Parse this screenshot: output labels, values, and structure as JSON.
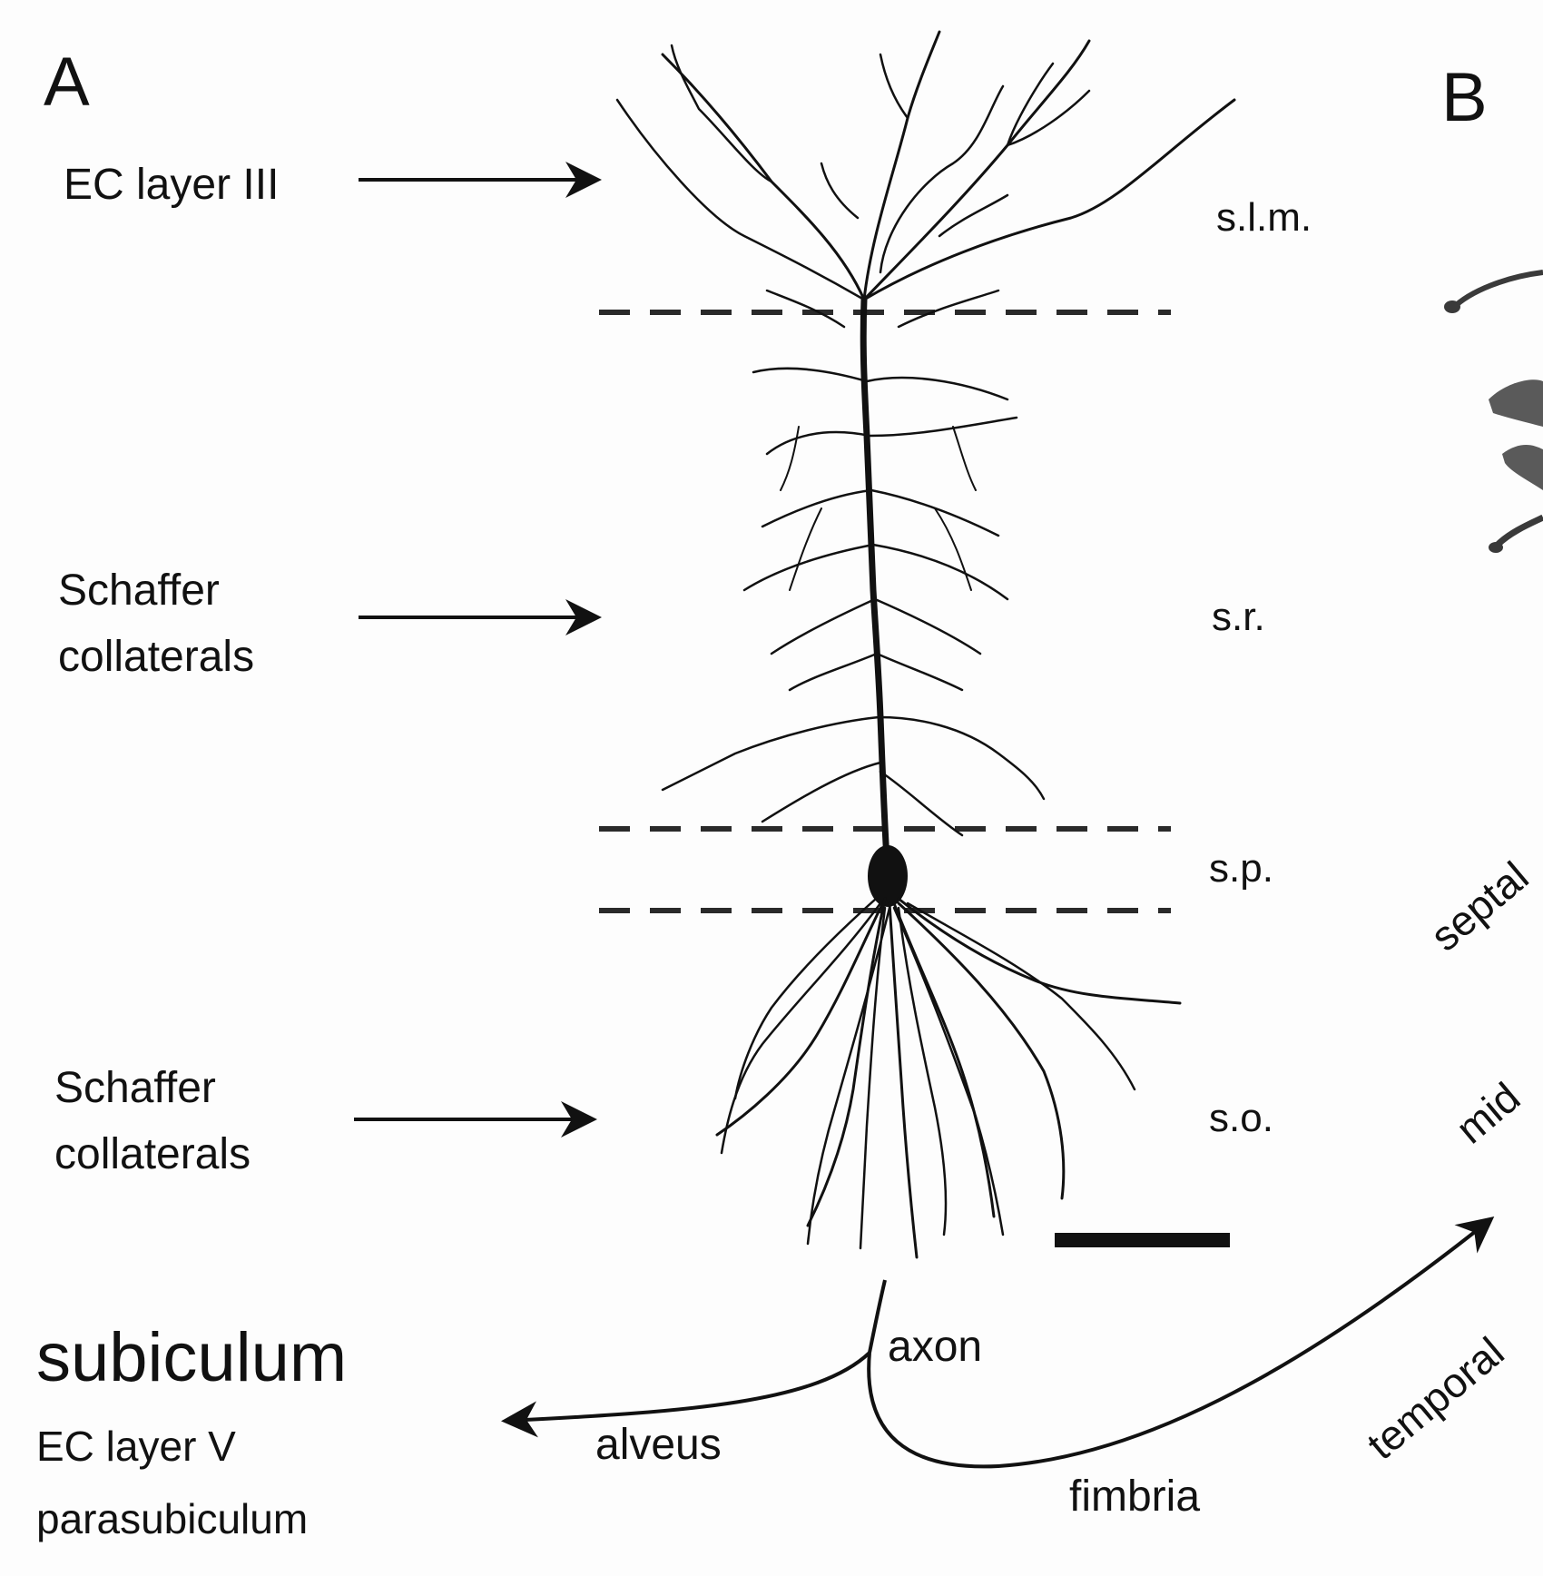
{
  "panels": {
    "a": "A",
    "b": "B"
  },
  "inputs": {
    "ec_layer_iii": "EC layer III",
    "schaffer_top_line1": "Schaffer",
    "schaffer_top_line2": "collaterals",
    "schaffer_bottom_line1": "Schaffer",
    "schaffer_bottom_line2": "collaterals"
  },
  "layers": {
    "slm": "s.l.m.",
    "sr": "s.r.",
    "sp": "s.p.",
    "so": "s.o."
  },
  "outputs": {
    "subiculum": "subiculum",
    "ec_layer_v": "EC layer V",
    "parasubiculum": "parasubiculum"
  },
  "pathways": {
    "axon": "axon",
    "alveus": "alveus",
    "fimbria": "fimbria"
  },
  "axis_words": {
    "septal": "septal",
    "mid": "mid",
    "temporal": "temporal"
  },
  "colors": {
    "ink": "#111111",
    "paper": "#fdfdfd",
    "dash": "#2a2a2a"
  }
}
